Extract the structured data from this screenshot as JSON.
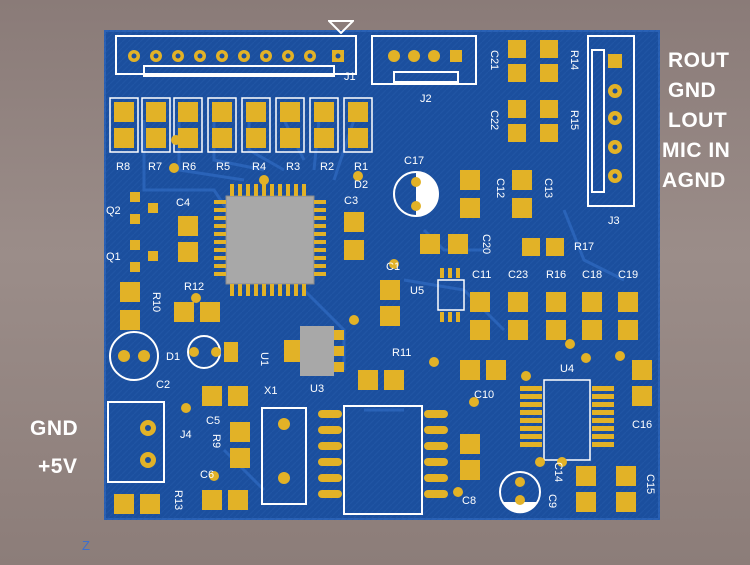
{
  "labels": {
    "right": [
      "ROUT",
      "GND",
      "LOUT",
      "MIC IN",
      "AGND"
    ],
    "left": [
      "GND",
      "+5V"
    ]
  },
  "axis": {
    "z": "Z"
  },
  "refs": {
    "j1": "J1",
    "j2": "J2",
    "j3": "J3",
    "j4": "J4",
    "r1": "R1",
    "r2": "R2",
    "r3": "R3",
    "r4": "R4",
    "r5": "R5",
    "r6": "R6",
    "r7": "R7",
    "r8": "R8",
    "r9": "R9",
    "r10": "R10",
    "r11": "R11",
    "r12": "R12",
    "r13": "R13",
    "r14": "R14",
    "r15": "R15",
    "r16": "R16",
    "r17": "R17",
    "c1": "C1",
    "c2": "C2",
    "c3": "C3",
    "c4": "C4",
    "c5": "C5",
    "c6": "C6",
    "c8": "C8",
    "c9": "C9",
    "c10": "C10",
    "c11": "C11",
    "c12": "C12",
    "c13": "C13",
    "c14": "C14",
    "c15": "C15",
    "c16": "C16",
    "c17": "C17",
    "c18": "C18",
    "c19": "C19",
    "c20": "C20",
    "c21": "C21",
    "c22": "C22",
    "c23": "C23",
    "d1": "D1",
    "d2": "D2",
    "q1": "Q1",
    "q2": "Q2",
    "u1": "U1",
    "u3": "U3",
    "u4": "U4",
    "u5": "U5",
    "x1": "X1"
  },
  "colors": {
    "board": "#1b4f9e",
    "copper": "#e2b227",
    "silkscreen": "#ffffff"
  }
}
